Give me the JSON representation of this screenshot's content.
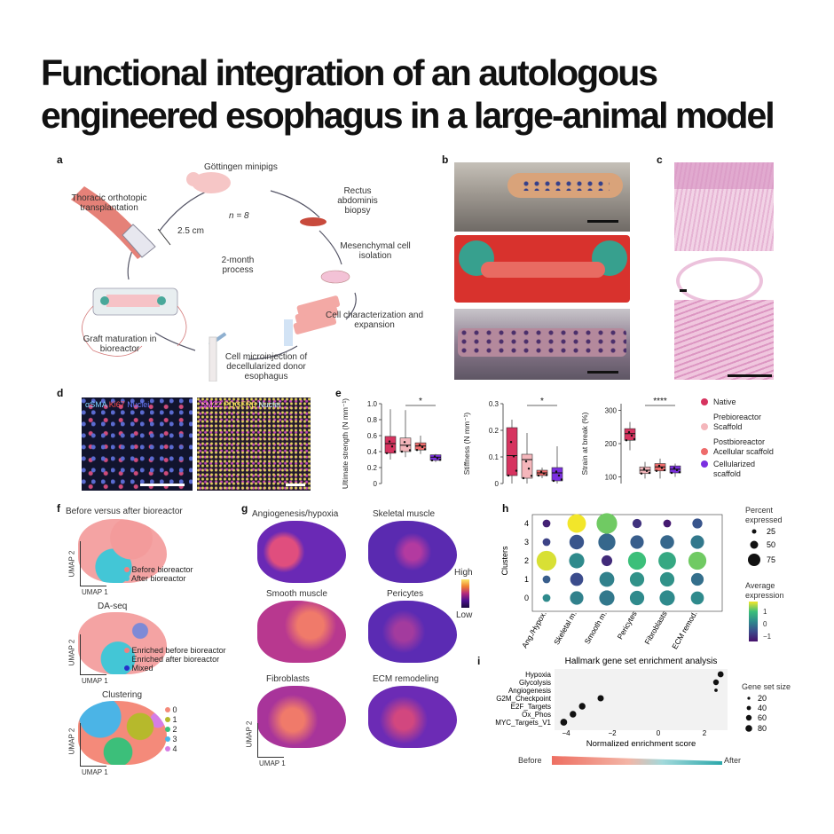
{
  "title_line1": "Functional integration of an autologous",
  "title_line2": "engineered esophagus in a large-animal model",
  "panels": {
    "a": {
      "letter": "a",
      "top_label": "Göttingen minipigs",
      "n": "n = 8",
      "center": "2-month process",
      "steps": [
        "Rectus abdominis biopsy",
        "Mesenchymal cell isolation",
        "Cell characterization and expansion",
        "Cell microinjection of decellularized donor esophagus",
        "Graft maturation in bioreactor",
        "Thoracic orthotopic transplantation"
      ],
      "scale": "2.5 cm"
    },
    "b": {
      "letter": "b"
    },
    "c": {
      "letter": "c"
    },
    "d": {
      "letter": "d",
      "left_stains": [
        {
          "t": "αSMA",
          "c": "#7fd0ff"
        },
        {
          "t": "Ki67",
          "c": "#ff4d4d"
        },
        {
          "t": "Nuclei",
          "c": "#6a7bff"
        }
      ],
      "right_stains": [
        {
          "t": "SM22",
          "c": "#ff55ff"
        },
        {
          "t": "PDGFRβ",
          "c": "#ffee55"
        },
        {
          "t": "Nuclei",
          "c": "#bfe9ff"
        }
      ]
    },
    "e": {
      "letter": "e",
      "legend": {
        "native": "Native",
        "pre_heading": "Prebioreactor",
        "scaffold": "Scaffold",
        "post_heading": "Postbioreactor",
        "acellular": "Acellular scaffold",
        "cellularized": "Cellularized scaffold"
      },
      "colors": {
        "native": "#d6335f",
        "scaffold": "#f4b6bb",
        "acellular": "#ee6b6b",
        "cellularized": "#7b2fe0"
      }
    },
    "f": {
      "letter": "f",
      "sub1": {
        "title": "Before versus after bioreactor",
        "legend": [
          "Before bioreactor",
          "After bioreactor"
        ],
        "colors": [
          "#f08080",
          "#43c6d6"
        ]
      },
      "sub2": {
        "title": "DA-seq",
        "legend": [
          "Enriched before bioreactor",
          "Enriched after bioreactor",
          "Mixed"
        ],
        "colors": [
          "#f08080",
          "#43c6d6",
          "#2530c9"
        ]
      },
      "sub3": {
        "title": "Clustering",
        "legend": [
          "0",
          "1",
          "2",
          "3",
          "4"
        ],
        "colors": [
          "#f48a7a",
          "#b6b92c",
          "#3cbf7a",
          "#4bb4e6",
          "#d57de5"
        ]
      },
      "umap1": "UMAP 1",
      "umap2": "UMAP 2"
    },
    "g": {
      "letter": "g",
      "titles": [
        "Angiogenesis/hypoxia",
        "Skeletal muscle",
        "Smooth muscle",
        "Pericytes",
        "Fibroblasts",
        "ECM remodeling"
      ],
      "scale_high": "High",
      "scale_low": "Low",
      "umap1": "UMAP 1",
      "umap2": "UMAP 2"
    },
    "h": {
      "letter": "h",
      "pct_title": "Percent expressed",
      "pct_values": [
        "25",
        "50",
        "75"
      ],
      "avg_title": "Average expression",
      "avg_ticks": [
        "1",
        "0",
        "−1"
      ],
      "ylabel": "Clusters"
    },
    "i": {
      "letter": "i",
      "size_title": "Gene set size",
      "size_values": [
        "20",
        "40",
        "60",
        "80"
      ],
      "before": "Before",
      "after": "After"
    }
  },
  "chart_data": [
    {
      "type": "box",
      "panel": "e1",
      "categories": [
        "Native",
        "Scaffold",
        "Acellular scaffold",
        "Cellularized scaffold"
      ],
      "median": [
        0.5,
        0.48,
        0.47,
        0.33
      ],
      "q1": [
        0.38,
        0.4,
        0.42,
        0.29
      ],
      "q3": [
        0.59,
        0.57,
        0.51,
        0.36
      ],
      "whisker_low": [
        0.3,
        0.33,
        0.37,
        0.27
      ],
      "whisker_high": [
        0.93,
        0.92,
        0.6,
        0.37
      ],
      "ylabel": "Ultimate strength (N mm⁻¹)",
      "ylim": [
        0,
        1.0
      ],
      "yticks": [
        "0",
        "0.2",
        "0.4",
        "0.6",
        "0.8",
        "1.0"
      ],
      "sig": "*"
    },
    {
      "type": "box",
      "panel": "e2",
      "categories": [
        "Native",
        "Scaffold",
        "Acellular scaffold",
        "Cellularized scaffold"
      ],
      "median": [
        0.105,
        0.09,
        0.04,
        0.04
      ],
      "q1": [
        0.03,
        0.02,
        0.03,
        0.01
      ],
      "q3": [
        0.21,
        0.11,
        0.05,
        0.06
      ],
      "whisker_low": [
        0,
        0,
        0.02,
        0
      ],
      "whisker_high": [
        0.24,
        0.19,
        0.06,
        0.14
      ],
      "ylabel": "Stiffness (N mm⁻¹)",
      "ylim": [
        0,
        0.3
      ],
      "yticks": [
        "0",
        "0.1",
        "0.2",
        "0.3"
      ],
      "sig": "*"
    },
    {
      "type": "box",
      "panel": "e3",
      "categories": [
        "Native",
        "Scaffold",
        "Acellular scaffold",
        "Cellularized scaffold"
      ],
      "median": [
        230,
        120,
        130,
        123
      ],
      "q1": [
        210,
        110,
        118,
        112
      ],
      "q3": [
        245,
        130,
        140,
        133
      ],
      "whisker_low": [
        180,
        95,
        95,
        100
      ],
      "whisker_high": [
        265,
        145,
        155,
        140
      ],
      "ylabel": "Strain at break (%)",
      "ylim": [
        80,
        320
      ],
      "yticks": [
        "100",
        "200",
        "300"
      ],
      "sig": "****"
    },
    {
      "type": "dot",
      "panel": "h",
      "x": [
        "Ang./Hypox.",
        "Skeletal m.",
        "Smooth m.",
        "Pericytes",
        "Fibroblasts",
        "ECM remod."
      ],
      "y": [
        "0",
        "1",
        "2",
        "3",
        "4"
      ],
      "size_pct": [
        [
          8,
          30,
          40,
          35,
          40,
          28
        ],
        [
          8,
          28,
          38,
          35,
          35,
          26
        ],
        [
          72,
          40,
          18,
          58,
          55,
          58
        ],
        [
          8,
          36,
          52,
          30,
          32,
          30
        ],
        [
          8,
          62,
          78,
          12,
          8,
          15
        ]
      ],
      "avg_expr": [
        [
          0.2,
          0.1,
          0.0,
          0.2,
          0.2,
          0.2
        ],
        [
          -0.3,
          -0.5,
          0.1,
          0.3,
          0.3,
          -0.1
        ],
        [
          1.5,
          0.2,
          -0.9,
          0.9,
          0.6,
          1.1
        ],
        [
          -0.6,
          -0.4,
          -0.2,
          -0.3,
          -0.2,
          0.0
        ],
        [
          -1.0,
          1.6,
          1.1,
          -0.8,
          -1.1,
          -0.4
        ]
      ],
      "xlabel": "",
      "ylabel": "Clusters"
    },
    {
      "type": "dot",
      "panel": "i",
      "title": "Hallmark gene set enrichment analysis",
      "categories": [
        "Hypoxia",
        "Glycolysis",
        "Angiogenesis",
        "G2M_Checkpoint",
        "E2F_Targets",
        "Ox_Phos",
        "MYC_Targets_V1"
      ],
      "nes": [
        2.7,
        2.5,
        2.5,
        -2.5,
        -3.3,
        -3.7,
        -4.1
      ],
      "size": [
        65,
        60,
        20,
        70,
        75,
        75,
        80
      ],
      "xlabel": "Normalized enrichment score",
      "xticks": [
        "−4",
        "−2",
        "0",
        "2"
      ],
      "xlim": [
        -4.5,
        3
      ]
    }
  ]
}
